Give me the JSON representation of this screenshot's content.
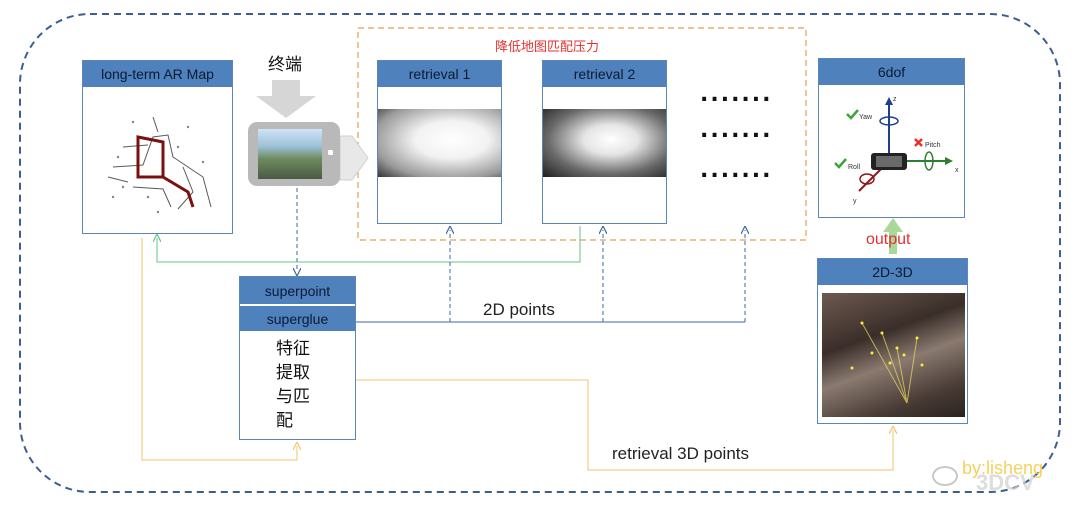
{
  "diagram": {
    "terminal_label": "终端",
    "pressure_label": "降低地图匹配压力",
    "ar_map_title": "long-term AR Map",
    "retrieval1_title": "retrieval 1",
    "retrieval2_title": "retrieval 2",
    "dots": ".......",
    "dof_title": "6dof",
    "superpoint_label": "superpoint",
    "superglue_label": "superglue",
    "feature_lines": [
      "特征",
      "提取",
      "与匹",
      "配"
    ],
    "points2d_label": "2D points",
    "points3d_label": "retrieval 3D points",
    "output_label": "output",
    "pnp_title": "2D-3D",
    "axis_labels": {
      "yaw": "Yaw",
      "pitch": "Pitch",
      "roll": "Roll",
      "z": "z",
      "x": "x",
      "y": "y"
    },
    "watermark": {
      "author": "by:lisheng",
      "brand": "3DCV"
    },
    "colors": {
      "frame_dash": "#3c5f8d",
      "box_border": "#5b86b8",
      "header_fill": "#4f81bd",
      "pressure_dash": "#e0a050",
      "pressure_text": "#e53030",
      "arrow_blue": "#3b6aa0",
      "arrow_green": "#6ac08a",
      "arrow_orange": "#f5c26b",
      "output_text": "#e53030",
      "output_arrow": "#a8d89a"
    }
  }
}
